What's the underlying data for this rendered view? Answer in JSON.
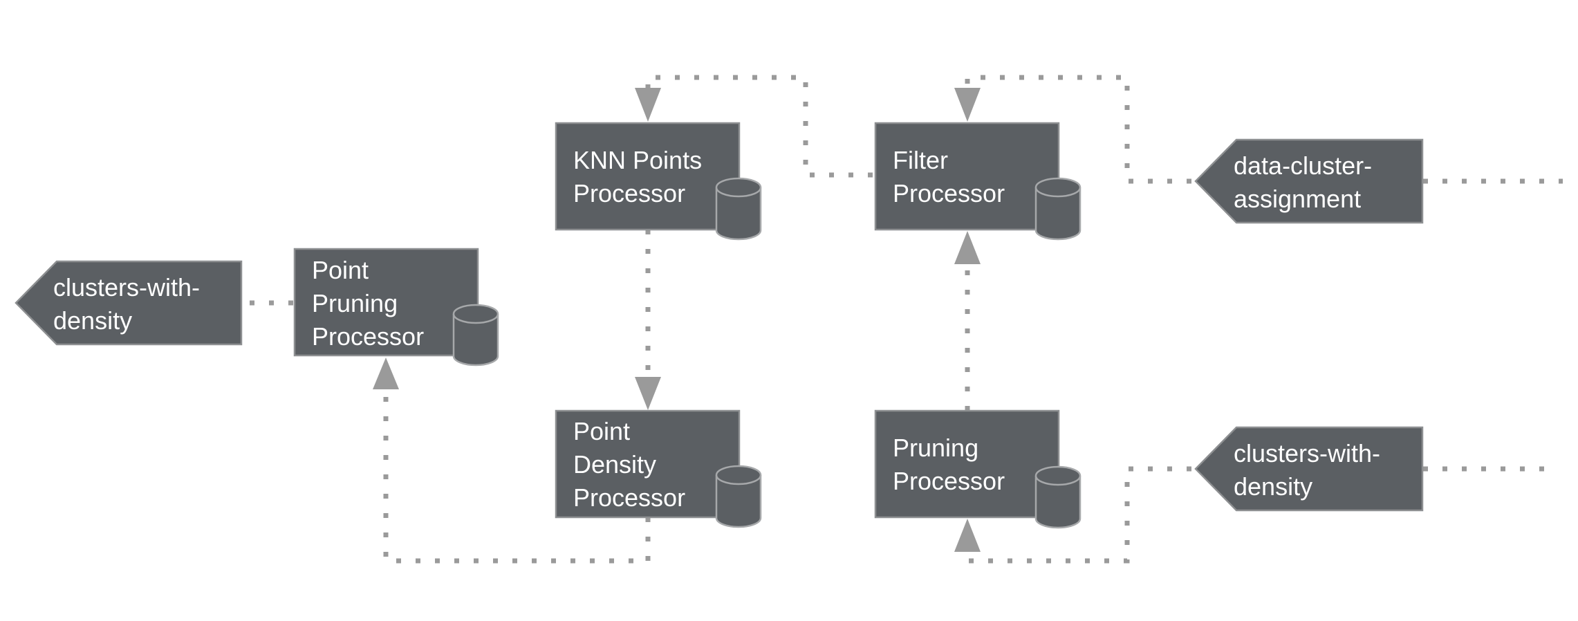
{
  "colors": {
    "node_fill": "#5b5f63",
    "node_border": "#8d8f91",
    "connector": "#9a9a9a",
    "text": "#ffffff"
  },
  "nodes": {
    "knn_points_processor": {
      "lines": [
        "KNN Points",
        "Processor"
      ],
      "icon": "database-icon"
    },
    "filter_processor": {
      "lines": [
        "Filter",
        "Processor"
      ],
      "icon": "database-icon"
    },
    "point_pruning_processor": {
      "lines": [
        "Point",
        "Pruning",
        "Processor"
      ],
      "icon": "database-icon"
    },
    "point_density_processor": {
      "lines": [
        "Point",
        "Density",
        "Processor"
      ],
      "icon": "database-icon"
    },
    "pruning_processor": {
      "lines": [
        "Pruning",
        "Processor"
      ],
      "icon": "database-icon"
    }
  },
  "topics": {
    "data_cluster_assignment": {
      "lines": [
        "data-cluster-",
        "assignment"
      ]
    },
    "clusters_with_density_in": {
      "lines": [
        "clusters-with-",
        "density"
      ]
    },
    "clusters_with_density_out": {
      "lines": [
        "clusters-with-",
        "density"
      ]
    }
  }
}
